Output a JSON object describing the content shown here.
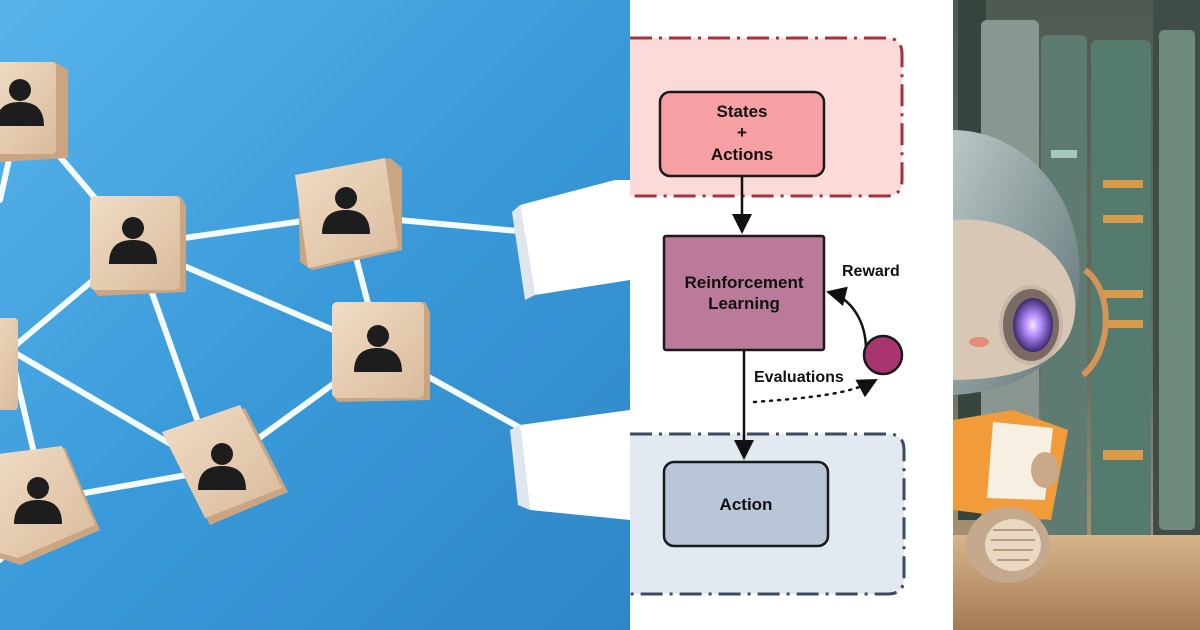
{
  "diagram": {
    "nodes": {
      "states_actions": {
        "lines": [
          "States",
          "+",
          "Actions"
        ]
      },
      "reinforcement_learning": {
        "lines": [
          "Reinforcement",
          "Learning"
        ]
      },
      "action": {
        "lines": [
          "Action"
        ]
      }
    },
    "edges": {
      "reward": "Reward",
      "evaluations": "Evaluations"
    }
  },
  "colors": {
    "photo_background_blue": "#3a9ad9",
    "top_region_fill": "#fbdada",
    "top_region_border": "#a8323c",
    "bottom_region_fill": "#e3e9f1",
    "bottom_region_border": "#3d4b5e",
    "states_node_fill": "#f7a0a4",
    "rl_node_fill": "#bb7a99",
    "action_node_fill": "#b8c6d8",
    "agent_circle_fill": "#a8356f"
  }
}
